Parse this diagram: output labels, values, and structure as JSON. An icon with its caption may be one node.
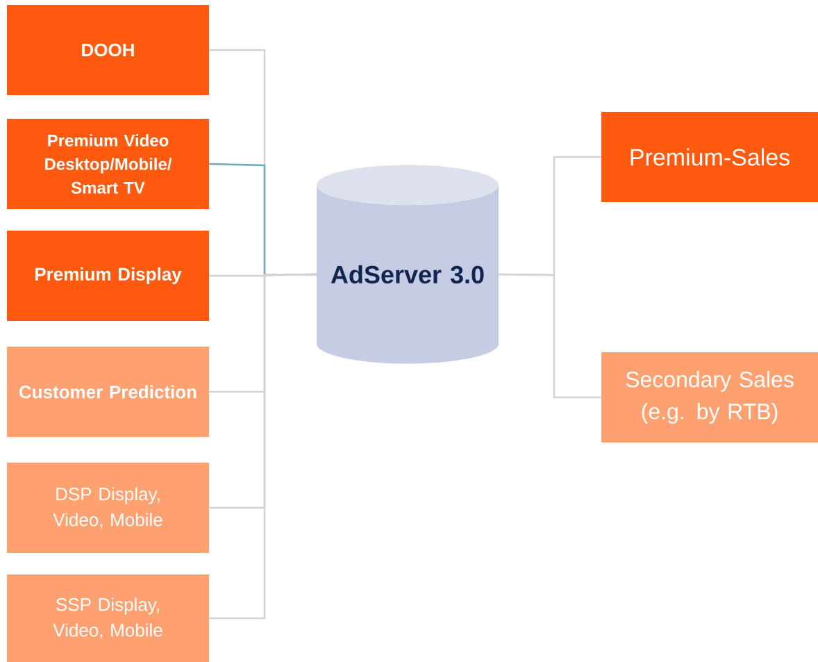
{
  "diagram": {
    "nodes": [
      {
        "text": [
          "DOOH"
        ]
      },
      {
        "text": [
          "Premium Video Desktop/Mobile/ Smart TV"
        ]
      },
      {
        "text": [
          "Premium Display"
        ]
      },
      {
        "text": [
          "Customer Prediction"
        ]
      },
      {
        "text": [
          "DSP Display, Video, Mobile"
        ]
      },
      {
        "text": [
          "SSP Display, Video, Mobile"
        ]
      },
      {
        "text": [
          "AdServer 3.0"
        ]
      },
      {
        "text": [
          "Premium-Sales"
        ]
      },
      {
        "text": [
          "Secondary Sales (e.g. by RTB)"
        ]
      }
    ],
    "edges": [
      {
        "from": 0,
        "to": 6,
        "arrow": "none"
      },
      {
        "from": 1,
        "to": 6,
        "arrow": "none",
        "color": "#6fa8b8"
      },
      {
        "from": 2,
        "to": 6,
        "arrow": "none"
      },
      {
        "from": 3,
        "to": 6,
        "arrow": "none"
      },
      {
        "from": 4,
        "to": 6,
        "arrow": "none"
      },
      {
        "from": 5,
        "to": 6,
        "arrow": "none"
      },
      {
        "from": 6,
        "to": 7,
        "arrow": "none"
      },
      {
        "from": 6,
        "to": 8,
        "arrow": "none"
      }
    ]
  }
}
